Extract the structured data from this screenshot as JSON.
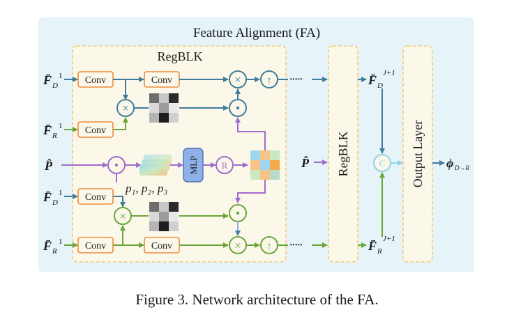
{
  "title": "Feature Alignment (FA)",
  "regblk_title": "RegBLK",
  "regblk_label": "RegBLK",
  "output_label": "Output Layer",
  "mlp_label": "MLP",
  "r_label": "R",
  "c_label": "C",
  "conv_label": "Conv",
  "inputs": {
    "fd1_main": "F̄",
    "fd1_sub": "D",
    "fd1_sup": "1",
    "fr1_main": "F̄",
    "fr1_sub": "R",
    "fr1_sup": "1",
    "p_hat": "P̂",
    "fd1b_main": "F̄",
    "fd1b_sub": "D",
    "fd1b_sup": "1",
    "fr1b_main": "F̄",
    "fr1b_sub": "R",
    "fr1b_sup": "1",
    "p_hat_mid": "P̂"
  },
  "outputs": {
    "fdj_main": "F̄",
    "fdj_sub": "D",
    "fdj_sup": "J+1",
    "frj_main": "F̄",
    "frj_sub": "R",
    "frj_sup": "J+1",
    "phi_main": "ϕ",
    "phi_sub": "D→R"
  },
  "params_label": "p₁, p₂, p₃",
  "dots": "·····",
  "caption": "Figure 3. Network architecture of the FA.",
  "colors": {
    "background_panel": "#e6f3f8",
    "block_fill": "#fbf8ea",
    "block_border": "#f2cc7a",
    "conv_border": "#ee8a3c",
    "teal": "#3f7d9b",
    "green": "#6aa53a",
    "purple": "#a06ccb",
    "light_blue": "#8fd3ea",
    "mlp_fill": "#8fb0e8"
  }
}
